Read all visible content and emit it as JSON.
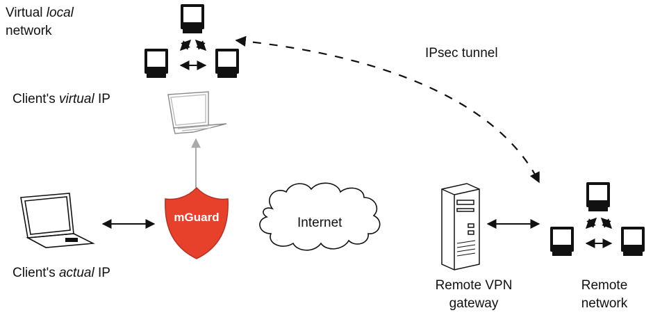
{
  "labels": {
    "virtual_local_network": {
      "pre": "Virtual ",
      "em": "local",
      "post": "",
      "line2": "network"
    },
    "client_virtual_ip": {
      "pre": "Client's ",
      "em": "virtual",
      "post": " IP"
    },
    "client_actual_ip": {
      "pre": "Client's ",
      "em": "actual",
      "post": " IP"
    },
    "ipsec_tunnel": "IPsec tunnel",
    "internet": "Internet",
    "mguard": "mGuard",
    "remote_vpn_gateway": [
      "Remote VPN",
      "gateway"
    ],
    "remote_network": [
      "Remote",
      "network"
    ]
  },
  "colors": {
    "shield": "#e8412b",
    "arrow_gray": "#aaaaaa",
    "ink": "#111111"
  }
}
